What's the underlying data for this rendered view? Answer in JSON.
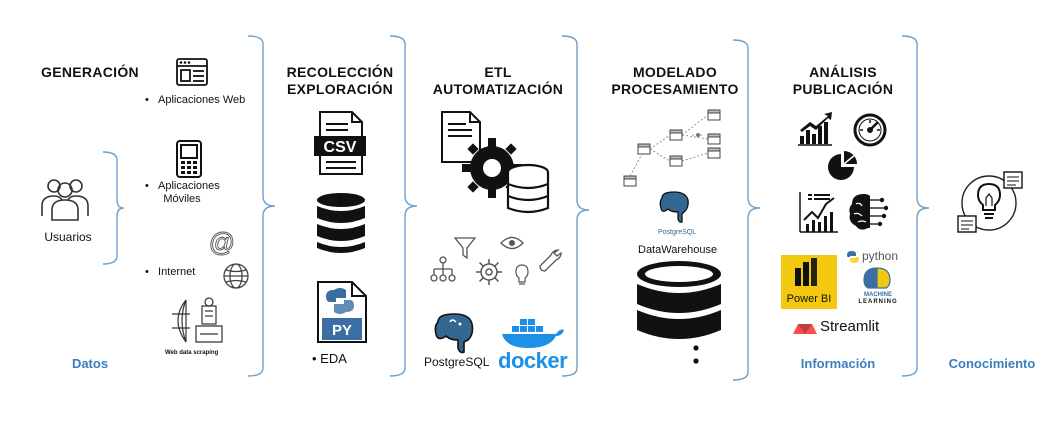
{
  "colors": {
    "accent": "#3a7fbf",
    "bracket": "#6fa0c8",
    "text": "#111111",
    "powerbi": "#f2c811",
    "docker": "#1d91e6",
    "postgres": "#336791",
    "streamlit_red": "#ff4b4b"
  },
  "stages": [
    {
      "title_lines": [
        "GENERACIÓN"
      ],
      "footer": "Datos"
    },
    {
      "title_lines": [
        "RECOLECCIÓN",
        "EXPLORACIÓN"
      ],
      "footer": ""
    },
    {
      "title_lines": [
        "ETL",
        "AUTOMATIZACIÓN"
      ],
      "footer": ""
    },
    {
      "title_lines": [
        "MODELADO",
        "PROCESAMIENTO"
      ],
      "footer": ""
    },
    {
      "title_lines": [
        "ANÁLISIS",
        "PUBLICACIÓN"
      ],
      "footer": "Información"
    },
    {
      "title_lines": [],
      "footer": "Conocimiento"
    }
  ],
  "generation": {
    "users_label": "Usuarios",
    "sources": [
      {
        "label_lines": [
          "Aplicaciones Web"
        ],
        "icon": "browser-icon"
      },
      {
        "label_lines": [
          "Aplicaciones",
          "Móviles"
        ],
        "icon": "mobile-phone-icon"
      },
      {
        "label_lines": [
          "Internet"
        ],
        "icon": "globe-icon"
      }
    ],
    "at_icon": "at-sign-icon",
    "scraping_label": "Web data scraping"
  },
  "collection": {
    "csv_label": "CSV",
    "py_label": "PY",
    "eda_label": "EDA"
  },
  "etl": {
    "postgres_label": "PostgreSQL",
    "docker_label": "docker"
  },
  "modeling": {
    "postgres_label": "PostgreSQL",
    "warehouse_label": "DataWarehouse"
  },
  "analysis": {
    "python_label": "python",
    "ml_label_lines": [
      "MACHINE",
      "LEARNING"
    ],
    "powerbi_label": "Power BI",
    "streamlit_label": "Streamlit"
  },
  "icons": [
    "users-icon",
    "browser-icon",
    "mobile-phone-icon",
    "at-sign-icon",
    "globe-icon",
    "web-scraping-icon",
    "csv-file-icon",
    "database-icon",
    "python-file-icon",
    "etl-gears-icon",
    "filter-icon",
    "eye-icon",
    "hierarchy-icon",
    "gear-icon",
    "lightbulb-icon",
    "wrench-icon",
    "postgresql-elephant-icon",
    "docker-whale-icon",
    "data-model-icon",
    "data-warehouse-icon",
    "growth-chart-icon",
    "speedometer-icon",
    "pie-chart-icon",
    "line-chart-icon",
    "ai-brain-icon",
    "powerbi-logo-icon",
    "python-logo-icon",
    "machine-learning-head-icon",
    "streamlit-logo-icon",
    "knowledge-lightbulb-icon"
  ]
}
